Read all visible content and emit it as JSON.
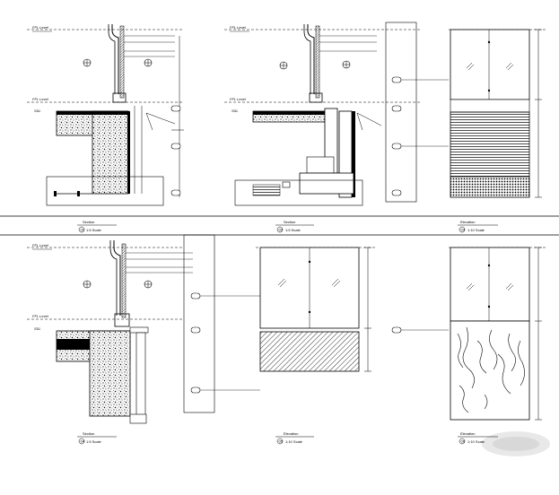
{
  "drawing": {
    "background": "#ffffff",
    "line_color": "#000000",
    "level_labels": {
      "upper": "FFL Level",
      "lower": "FFL Level",
      "ssl": "SSL"
    },
    "captions": [
      {
        "number": "01",
        "title": "Section",
        "sub": "1:5 Scale"
      },
      {
        "number": "02",
        "title": "Section",
        "sub": "1:5 Scale"
      },
      {
        "number": "03",
        "title": "Elevation",
        "sub": "1:10 Scale"
      },
      {
        "number": "04",
        "title": "Section",
        "sub": "1:5 Scale"
      },
      {
        "number": "05",
        "title": "Elevation",
        "sub": "1:10 Scale"
      },
      {
        "number": "06",
        "title": "Elevation",
        "sub": "1:10 Scale"
      }
    ]
  }
}
